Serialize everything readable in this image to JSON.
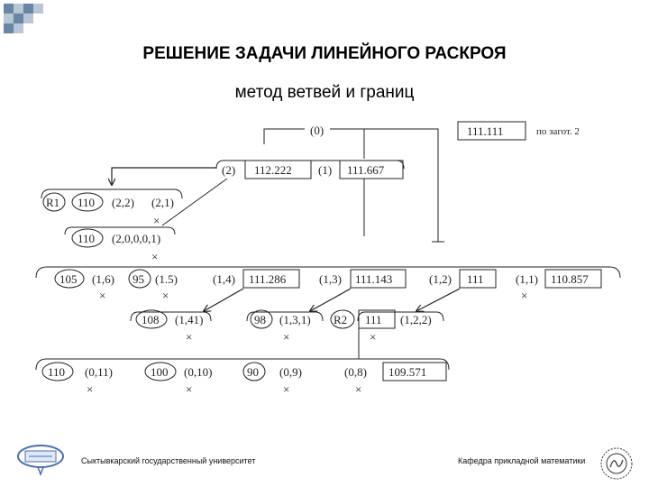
{
  "slide": {
    "title": "РЕШЕНИЕ ЗАДАЧИ ЛИНЕЙНОГО РАСКРОЯ",
    "subtitle": "метод ветвей и границ"
  },
  "tree": {
    "root_label": "(0)",
    "bound_top": "111.111",
    "bound_note": "по загот. 2",
    "level1": {
      "n2_label": "(2)",
      "n2_value": "112.222",
      "n1_label": "(1)",
      "n1_value": "111.667"
    },
    "level2": {
      "r1_label": "R1",
      "value": "110",
      "a_label": "(2,2)",
      "b_label": "(2,1)"
    },
    "level3": {
      "value": "110",
      "label": "(2,0,0,0,1)"
    },
    "level4": [
      {
        "value": "105",
        "label": "(1,6)"
      },
      {
        "value": "95",
        "label": "(1.5)"
      },
      {
        "label": "(1,4)",
        "value": "111.286"
      },
      {
        "label": "(1,3)",
        "value": "111.143"
      },
      {
        "label": "(1,2)",
        "value": "111"
      },
      {
        "label": "(1,1)",
        "value": "110.857"
      }
    ],
    "level5": [
      {
        "value": "108",
        "label": "(1,41)"
      },
      {
        "value": "98",
        "label": "(1,3,1)"
      },
      {
        "r_label": "R2",
        "value": "111",
        "label": "(1,2,2)"
      }
    ],
    "level6": [
      {
        "value": "110",
        "label": "(0,11)"
      },
      {
        "value": "100",
        "label": "(0,10)"
      },
      {
        "value": "90",
        "label": "(0,9)"
      },
      {
        "label": "(0,8)",
        "value": "109.571"
      }
    ],
    "cross": "×"
  },
  "footer": {
    "left": "Сыктывкарский государственный университет",
    "right": "Кафедра прикладной математики"
  }
}
